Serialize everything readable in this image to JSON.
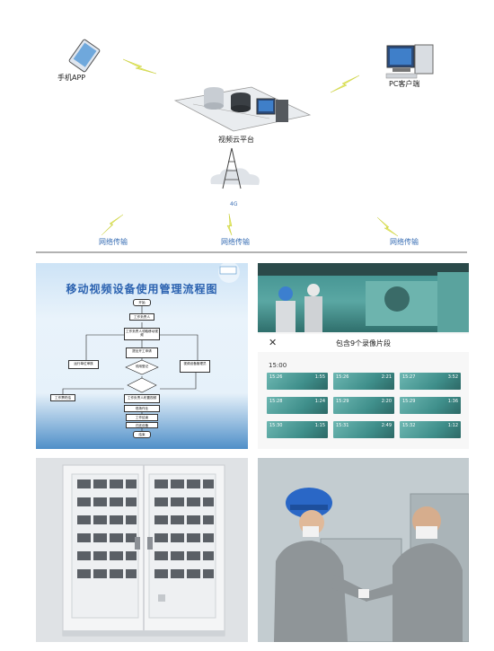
{
  "diagram": {
    "phone_label": "手机APP",
    "pc_label": "PC客户端",
    "cloud_label": "视频云平台",
    "tower_label": "4G",
    "transfer_labels": [
      "网络传输",
      "网络传输",
      "网络传输"
    ]
  },
  "flowchart": {
    "title": "移动视频设备使用管理流程图",
    "nodes": [
      "开始",
      "工作负责人",
      "工作负责人领取移动视频",
      "提出开工申请",
      "运行单位审核",
      "视频设备管理员",
      "领用登记",
      "工作负责人布置视频",
      "现场作业",
      "工作票终结",
      "工作结束",
      "归还设备",
      "结束"
    ]
  },
  "video_app": {
    "header_close": "✕",
    "header_title": "包含9个录像片段",
    "time_label": "15:00",
    "clips": [
      {
        "start": "15:26",
        "end": "1:55"
      },
      {
        "start": "15:26",
        "end": "2:21"
      },
      {
        "start": "15:27",
        "end": "3:52"
      },
      {
        "start": "15:28",
        "end": "1:24"
      },
      {
        "start": "15:29",
        "end": "2:20"
      },
      {
        "start": "15:29",
        "end": "1:36"
      },
      {
        "start": "15:30",
        "end": "1:15"
      },
      {
        "start": "15:31",
        "end": "2:49"
      },
      {
        "start": "15:32",
        "end": "1:12"
      }
    ]
  }
}
